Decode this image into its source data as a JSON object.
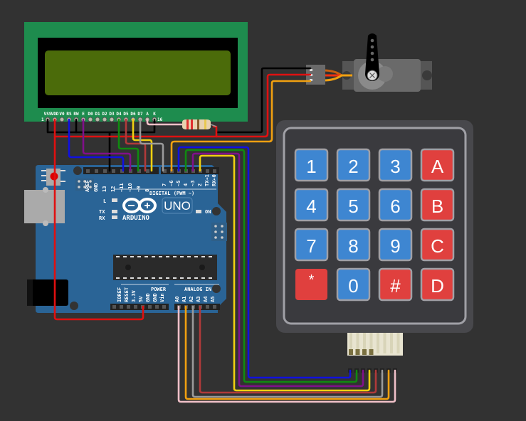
{
  "canvas": {
    "background": "#323232"
  },
  "lcd": {
    "type": "LCD 16x2",
    "pcb_color": "#1e8c4e",
    "screen_color": "#4b6b0a",
    "pin_labels": [
      "VSS",
      "VDD",
      "V0",
      "RS",
      "RW",
      "E",
      "D0",
      "D1",
      "D2",
      "D3",
      "D4",
      "D5",
      "D6",
      "D7",
      "A",
      "K"
    ],
    "pin_first": "1",
    "pin_last": "16"
  },
  "resistor": {
    "bands": [
      "#e03030",
      "#e03030",
      "#8a5a2a",
      "#e8c850"
    ],
    "body": "#e8d2b0"
  },
  "servo": {
    "type": "Servo",
    "connector_pins": 3
  },
  "arduino": {
    "model": "UNO",
    "brand": "ARDUINO",
    "board_color": "#2a6496",
    "digital_header_label": "DIGITAL (PWM ~)",
    "digital_pins_left": [
      "AREF",
      "GND",
      "13",
      "12",
      "~11",
      "~10",
      "~9",
      "8"
    ],
    "digital_pins_right": [
      "7",
      "~6",
      "~5",
      "4",
      "~3",
      "2",
      "TX→1",
      "RX←0"
    ],
    "leds": [
      "L",
      "TX",
      "RX",
      "ON"
    ],
    "power_label": "POWER",
    "power_pins": [
      "IOREF",
      "RESET",
      "3.3V",
      "5V",
      "GND",
      "GND",
      "Vin"
    ],
    "analog_label": "ANALOG IN",
    "analog_pins": [
      "A0",
      "A1",
      "A2",
      "A3",
      "A4",
      "A5"
    ]
  },
  "keypad": {
    "type": "Membrane Keypad 4x4",
    "rows": [
      [
        {
          "label": "1",
          "kind": "num"
        },
        {
          "label": "2",
          "kind": "num"
        },
        {
          "label": "3",
          "kind": "num"
        },
        {
          "label": "A",
          "kind": "func"
        }
      ],
      [
        {
          "label": "4",
          "kind": "num"
        },
        {
          "label": "5",
          "kind": "num"
        },
        {
          "label": "6",
          "kind": "num"
        },
        {
          "label": "B",
          "kind": "func"
        }
      ],
      [
        {
          "label": "7",
          "kind": "num"
        },
        {
          "label": "8",
          "kind": "num"
        },
        {
          "label": "9",
          "kind": "num"
        },
        {
          "label": "C",
          "kind": "func"
        }
      ],
      [
        {
          "label": "*",
          "kind": "func"
        },
        {
          "label": "0",
          "kind": "num"
        },
        {
          "label": "#",
          "kind": "func"
        },
        {
          "label": "D",
          "kind": "func"
        }
      ]
    ],
    "colors": {
      "num": "#3e86d1",
      "func": "#e0403e",
      "border": "#a0a0a6",
      "body": "#3a3a3e",
      "outer": "#4a4a4e"
    }
  },
  "wire_colors": {
    "black": "#000000",
    "red": "#e01010",
    "blue": "#1010e0",
    "purple": "#80108a",
    "green": "#108a10",
    "brown": "#b03a3a",
    "yellow": "#f0d010",
    "gray": "#9a9a9a",
    "orange": "#f0a010",
    "pink": "#f0c0c8"
  }
}
